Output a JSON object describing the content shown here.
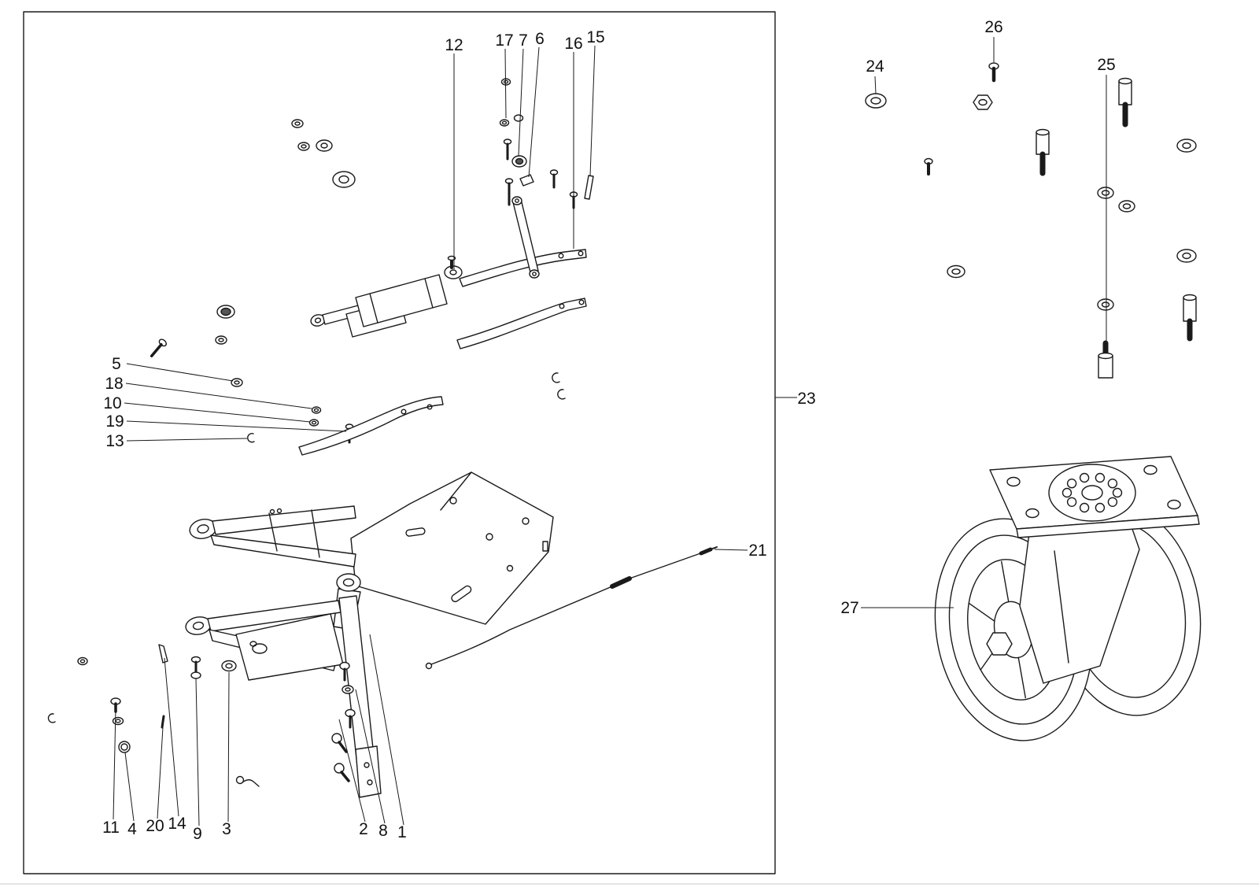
{
  "figure": {
    "kind": "exploded-parts-diagram",
    "callouts": {
      "n1": "1",
      "n2": "2",
      "n3": "3",
      "n4": "4",
      "n5": "5",
      "n6": "6",
      "n7": "7",
      "n8": "8",
      "n9": "9",
      "n10": "10",
      "n11": "11",
      "n12": "12",
      "n13": "13",
      "n14": "14",
      "n15": "15",
      "n16": "16",
      "n17": "17",
      "n18": "18",
      "n19": "19",
      "n20": "20",
      "n21": "21",
      "n23": "23",
      "n24": "24",
      "n25": "25",
      "n26": "26",
      "n27": "27"
    },
    "colors": {
      "line": "#1a1a1a",
      "background": "#ffffff"
    }
  }
}
